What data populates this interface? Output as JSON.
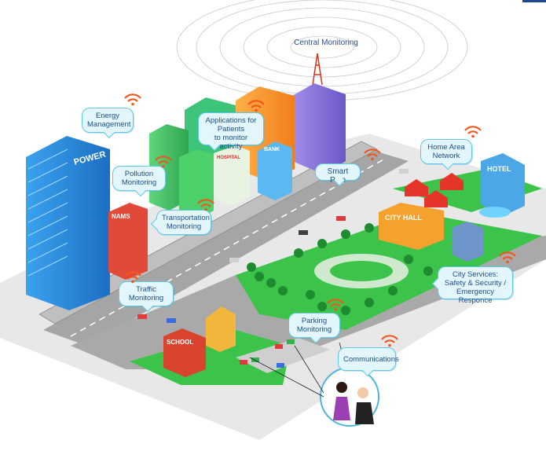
{
  "central": {
    "label": "Central Monitoring"
  },
  "callouts": {
    "energy": "Energy\nManagement",
    "patients": "Applications for\nPatients\nto monitor activity",
    "pollution": "Pollution\nMonitoring",
    "transport": "Transportation\nMonitoring",
    "traffic": "Traffic\nMonitoring",
    "smart_pole": "Smart Pole",
    "home": "Home Area\nNetwork",
    "city_services": "City Services:\nSafety & Security /\nEmergency Responce",
    "parking": "Parking\nMonitoring",
    "communications": "Communications"
  },
  "signs": {
    "power": "POWER",
    "nams": "NAMS",
    "hospital": "HOSPITAL",
    "bank": "BANK",
    "hotel": "HOTEL",
    "city_hall": "CITY HALL",
    "school": "SCHOOL"
  },
  "colors": {
    "callout_border": "#5ec8e8",
    "callout_fill": "#e2f6fc",
    "wifi": "#f2561d",
    "grass": "#3cc44a",
    "road": "#9e9e9e",
    "tower_blue": "#2d8fe0"
  }
}
